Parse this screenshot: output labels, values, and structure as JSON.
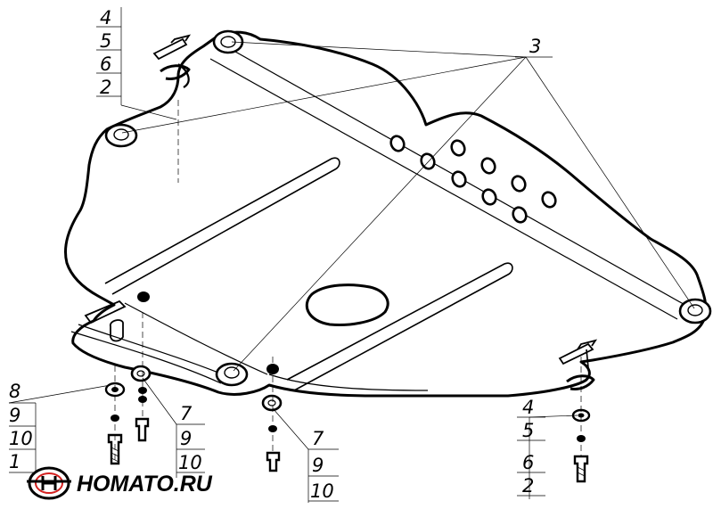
{
  "callouts": {
    "top_left": [
      "4",
      "5",
      "6",
      "2"
    ],
    "top_right": "3",
    "bottom_left": [
      "8",
      "9",
      "10",
      "1"
    ],
    "bottom_mid_left": [
      "7",
      "9",
      "10"
    ],
    "bottom_mid": [
      "7",
      "9",
      "10"
    ],
    "bottom_right": [
      "4",
      "5",
      "6",
      "2"
    ]
  },
  "logo": {
    "text": "HOMATO.RU",
    "accent_color": "#d4201f"
  }
}
